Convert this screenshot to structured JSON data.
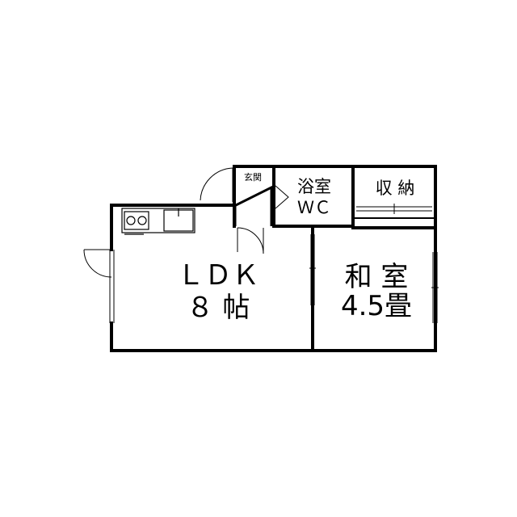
{
  "floor_plan": {
    "rooms": {
      "ldk": {
        "name": "ＬＤＫ",
        "size": "８ 帖"
      },
      "washitsu": {
        "name": "和 室",
        "size": "4.5畳"
      },
      "bath": {
        "name": "浴室",
        "sub": "ＷＣ"
      },
      "storage": {
        "name": "収 納"
      },
      "entrance": {
        "name": "玄関"
      }
    },
    "colors": {
      "wall": "#000000",
      "background": "#ffffff",
      "fixture": "#555555"
    }
  }
}
